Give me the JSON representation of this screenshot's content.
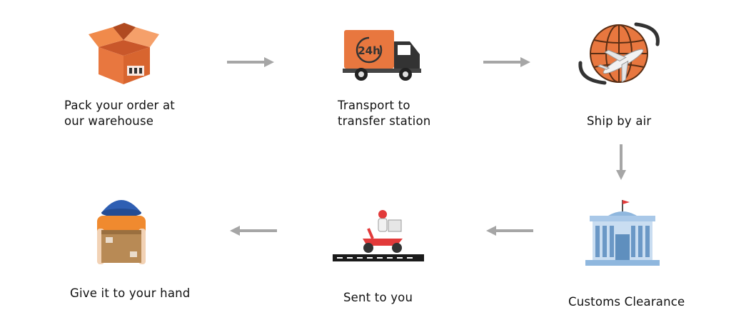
{
  "steps": [
    {
      "id": "pack",
      "lines": [
        "Pack your order at",
        "our warehouse"
      ],
      "icon": "box-icon"
    },
    {
      "id": "transport",
      "lines": [
        "Transport to",
        "transfer station"
      ],
      "icon": "truck-24h-icon",
      "badge": "24h"
    },
    {
      "id": "air",
      "lines": [
        "Ship by air"
      ],
      "icon": "globe-airplane-icon"
    },
    {
      "id": "customs",
      "lines": [
        "Customs Clearance"
      ],
      "icon": "customs-building-icon"
    },
    {
      "id": "sent",
      "lines": [
        "Sent to you"
      ],
      "icon": "scooter-courier-icon"
    },
    {
      "id": "hand",
      "lines": [
        "Give it to your hand"
      ],
      "icon": "courier-with-package-icon"
    }
  ],
  "colors": {
    "accent": "#e8773f",
    "arrow": "#a6a6a6",
    "building": "#8fb7de",
    "road": "#1a1a1a"
  }
}
